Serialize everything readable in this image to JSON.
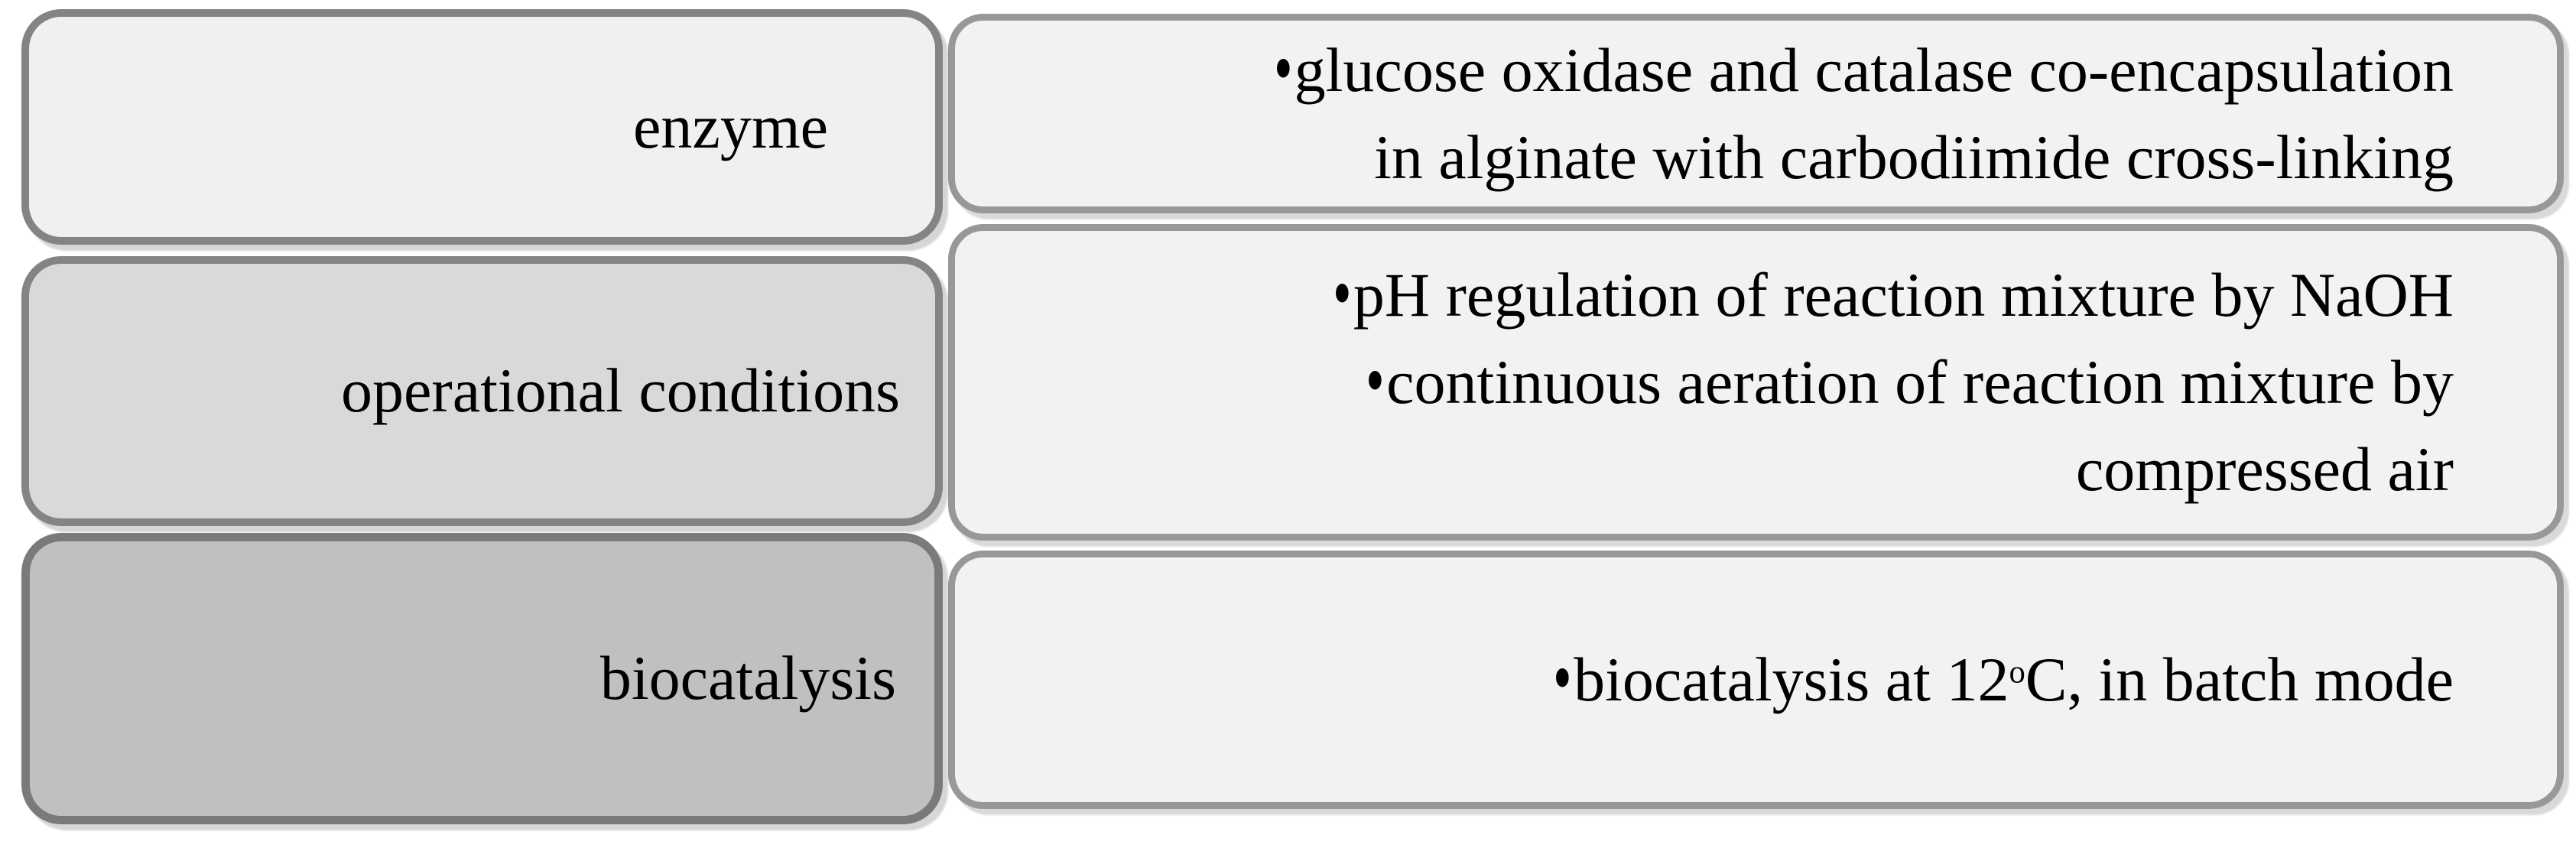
{
  "figure": {
    "bullet": "•",
    "palette": {
      "row1_label_fill": "#f0f0f0",
      "row2_label_fill": "#d9d9d9",
      "row3_label_fill": "#c0c0c0",
      "content_fill": "#f2f2f2",
      "label_border": "#848484",
      "content_border": "#989898"
    },
    "rows": [
      {
        "label": "enzyme",
        "items": [
          {
            "lines": [
              "glucose oxidase and catalase co-encapsulation",
              "in alginate with carbodiimide cross-linking"
            ]
          }
        ]
      },
      {
        "label": "operational conditions",
        "items": [
          {
            "lines": [
              "pH regulation of reaction mixture by NaOH"
            ]
          },
          {
            "lines": [
              "continuous aeration of reaction mixture by",
              "compressed air"
            ]
          }
        ]
      },
      {
        "label": "biocatalysis",
        "items": [
          {
            "parts": {
              "pre": "biocatalysis at 12",
              "sup": "o",
              "post": "C, in batch mode"
            }
          }
        ]
      }
    ]
  }
}
